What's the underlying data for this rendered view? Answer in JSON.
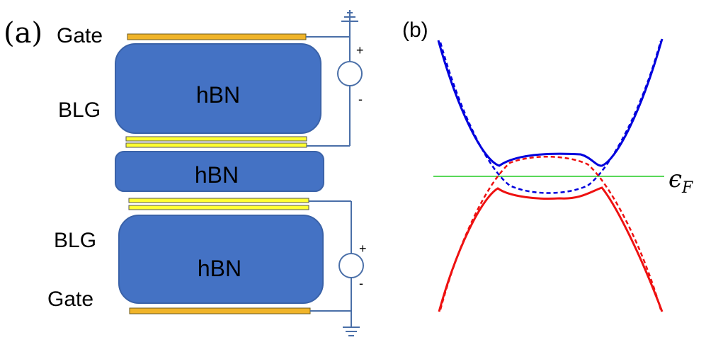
{
  "panel_a": {
    "tag": "(a)",
    "labels": {
      "gate_top": "Gate",
      "blg_top": "BLG",
      "blg_bottom": "BLG",
      "gate_bottom": "Gate"
    },
    "boxes": [
      "hBN",
      "hBN",
      "hBN"
    ],
    "source_top": {
      "plus": "+",
      "minus": "-"
    },
    "source_bottom": {
      "plus": "+",
      "minus": "-"
    },
    "colors": {
      "hbn": "#4472c4",
      "hbn_stroke": "#3a62a8",
      "gate": "#f0b429",
      "blg_layer": "#ffff33",
      "wire": "#4a6fa8"
    }
  },
  "panel_b": {
    "tag": "(b)",
    "fermi_label": "ϵ",
    "fermi_subscript": "F",
    "colors": {
      "upper": "#0000dd",
      "lower": "#ee1111",
      "fermi": "#22cc22"
    }
  }
}
